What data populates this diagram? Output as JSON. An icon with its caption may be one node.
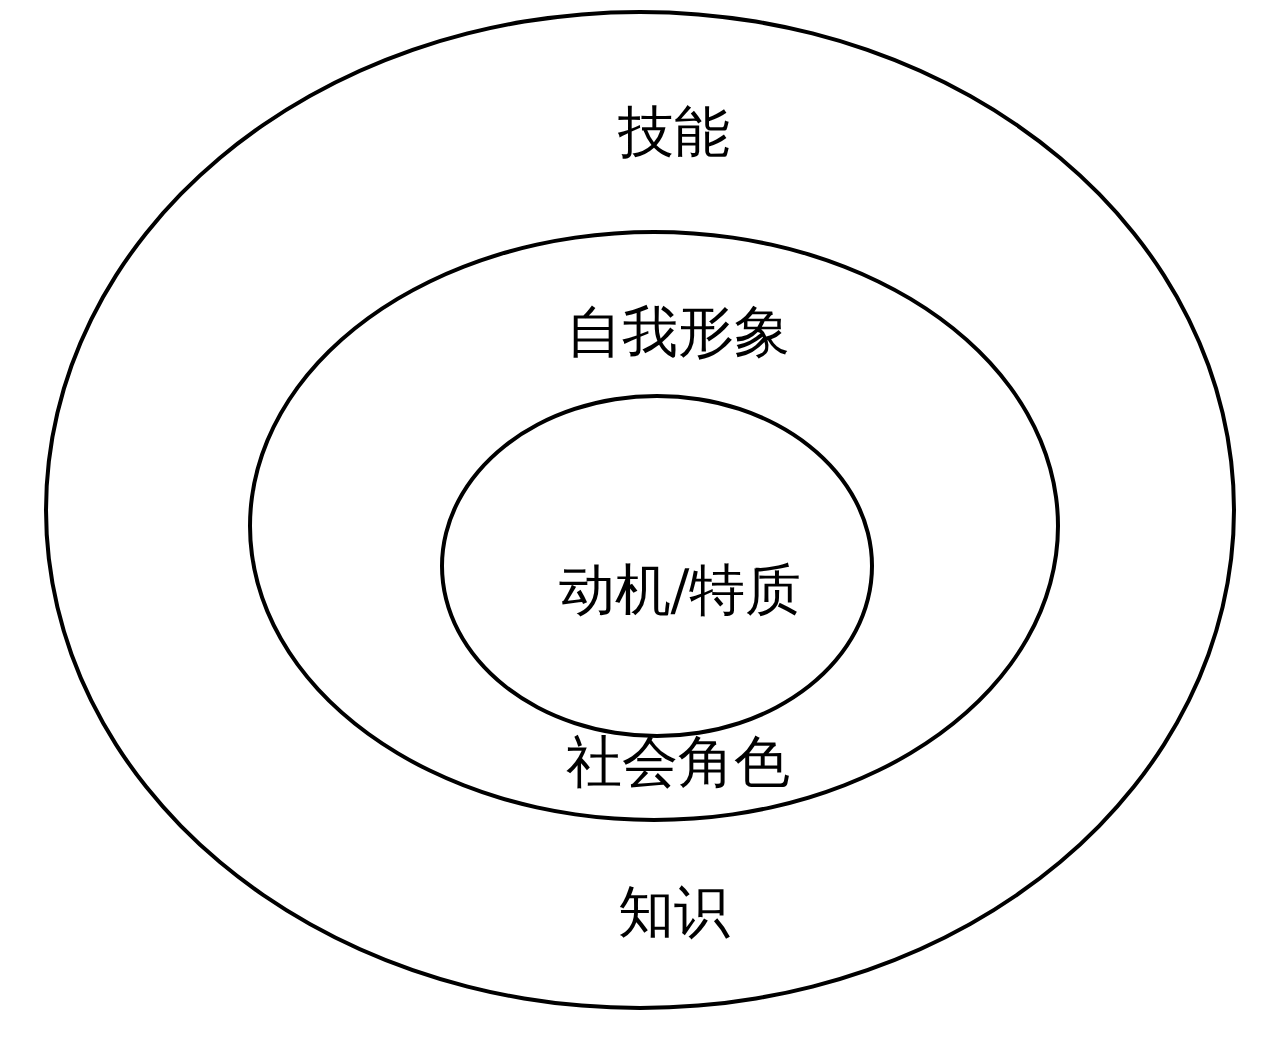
{
  "diagram": {
    "nodes": [
      {
        "text": [
          "技能",
          "知识"
        ]
      },
      {
        "text": [
          "自我形象",
          "社会角色"
        ],
        "in": 0
      },
      {
        "text": [
          "动机/特质"
        ],
        "in": 1
      }
    ]
  }
}
